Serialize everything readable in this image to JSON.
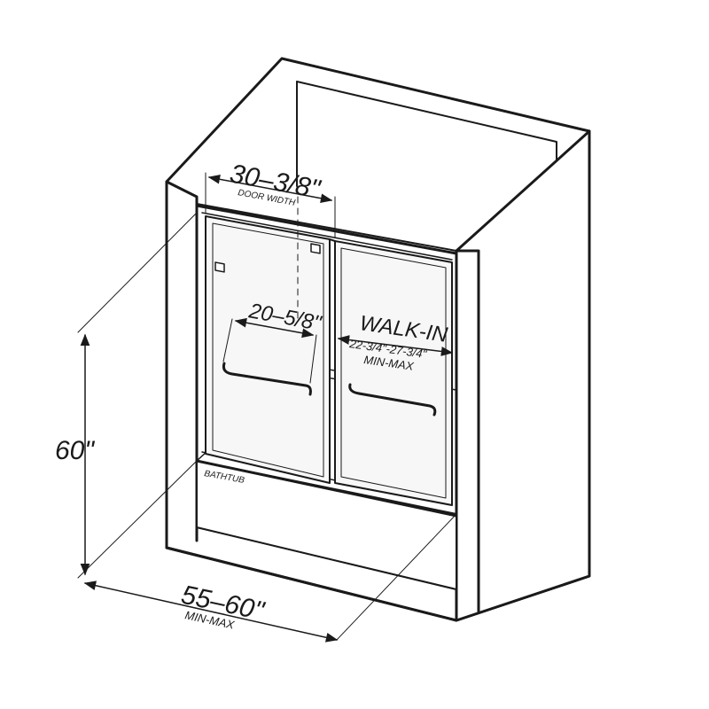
{
  "labels": {
    "door_width_value": "30–3/8\"",
    "door_width_caption": "DOOR WIDTH",
    "handle_value": "20–5/8\"",
    "walkin_title": "WALK-IN",
    "walkin_range": "22-3/4\"-27-3/4\"",
    "walkin_caption": "MIN-MAX",
    "height_value": "60\"",
    "width_value": "55–60\"",
    "width_caption": "MIN-MAX",
    "bathtub": "BATHTUB"
  }
}
